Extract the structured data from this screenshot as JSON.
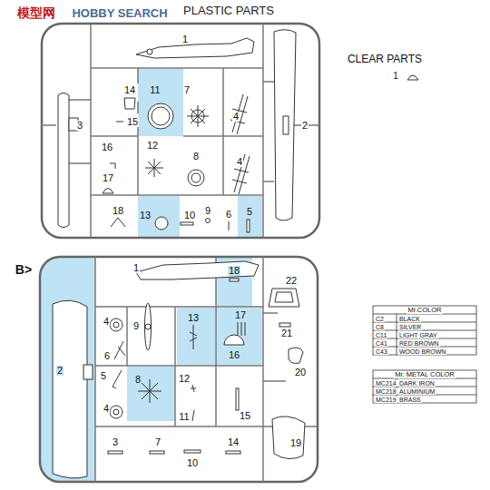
{
  "diagram": {
    "title": "PLASTIC PARTS",
    "labels": [
      "模型网",
      "HOBBY SEARCH",
      "CLEAR PARTS",
      "1",
      "1",
      "3",
      "2",
      "14",
      "11",
      "7",
      "4",
      "15",
      "16",
      "12",
      "8",
      "4",
      "17",
      "18",
      "13",
      "10",
      "9",
      "6",
      "5",
      "B>",
      "1",
      "18",
      "22",
      "4",
      "9",
      "13",
      "17",
      "21",
      "6",
      "16",
      "20",
      "5",
      "2",
      "8",
      "12",
      "11",
      "15",
      "4",
      "19",
      "3",
      "7",
      "14",
      "10",
      "Mr.COLOR",
      "C2",
      "BLACK",
      "C8",
      "SILVER",
      "C11",
      "LIGHT GRAY",
      "C41",
      "RED BROWN",
      "C43",
      "WOOD BROWN",
      "Mr. METAL COLOR",
      "MC214",
      "DARK IRON",
      "MC218",
      "ALUMINIUM",
      "MC219",
      "BRASS"
    ]
  }
}
